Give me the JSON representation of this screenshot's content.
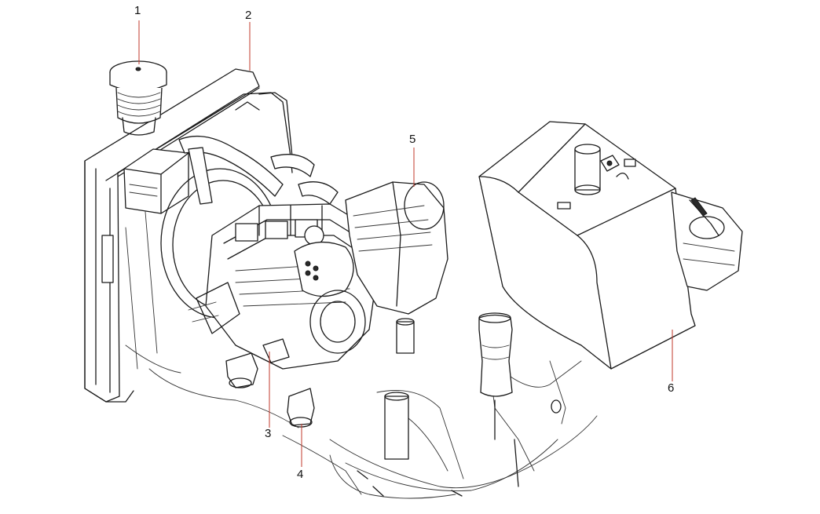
{
  "callouts": [
    {
      "id": "1",
      "label": "1"
    },
    {
      "id": "2",
      "label": "2"
    },
    {
      "id": "3",
      "label": "3"
    },
    {
      "id": "4",
      "label": "4"
    },
    {
      "id": "5",
      "label": "5"
    },
    {
      "id": "6",
      "label": "6"
    }
  ],
  "colors": {
    "leader": "#c0392b",
    "line": "#1a1a1a",
    "background": "#ffffff"
  }
}
